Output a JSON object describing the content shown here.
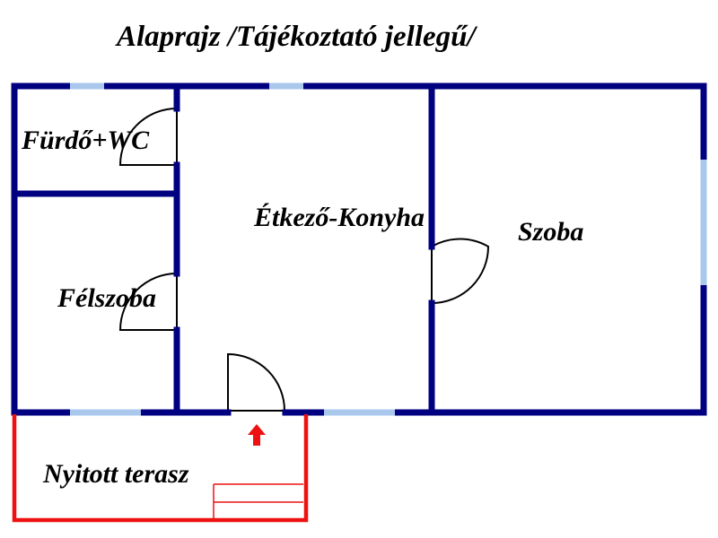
{
  "title": "Alaprajz /Tájékoztató jellegű/",
  "rooms": {
    "bathroom": "Fürdő+WC",
    "kitchen": "Étkező-Konyha",
    "room": "Szoba",
    "half_room": "Félszoba",
    "terrace": "Nyitott terasz"
  },
  "colors": {
    "walls": "#000080",
    "windows": "#a9c8ec",
    "terrace": "#ee1111",
    "entrance_arrow": "#ee1111"
  },
  "icons": {
    "entrance": "arrow-up-icon"
  }
}
